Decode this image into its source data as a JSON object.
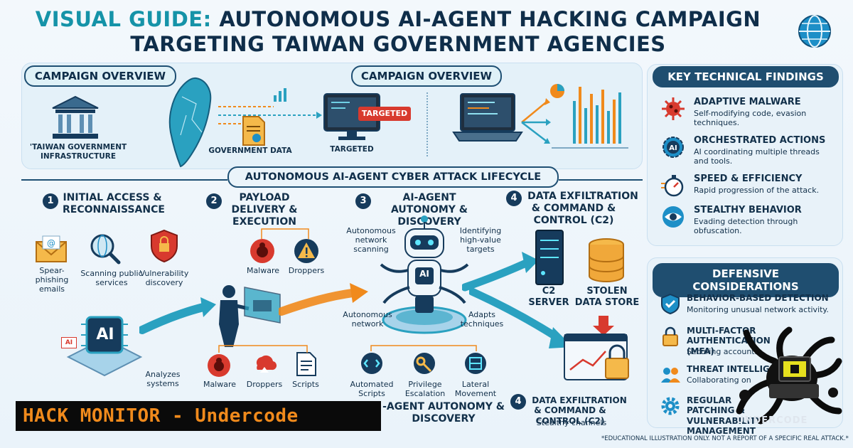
{
  "title": {
    "prefix": "VISUAL GUIDE:",
    "line1_rest": "AUTONOMOUS AI-AGENT HACKING CAMPAIGN",
    "line2": "TARGETING TAIWAN GOVERNMENT AGENCIES"
  },
  "campaign_overview": {
    "pill_left": "CAMPAIGN OVERVIEW",
    "pill_center": "CAMPAIGN OVERVIEW",
    "infra_label": "'TAIWAN GOVERNMENT INFRASTRUCTURE",
    "gov_data_label": "GOVERNMENT DATA",
    "targeted_label": "TARGETED",
    "targeted_tag": "TARGETED"
  },
  "lifecycle": {
    "title": "AUTONOMOUS AI-AGENT CYBER ATTACK LIFECYCLE",
    "steps": [
      {
        "num": "1",
        "title": "INITIAL ACCESS & RECONNAISSANCE"
      },
      {
        "num": "2",
        "title": "PAYLOAD DELIVERY & EXECUTION"
      },
      {
        "num": "3",
        "title": "AI-AGENT AUTONOMY & DISCOVERY"
      },
      {
        "num": "4",
        "title": "DATA EXFILTRATION & COMMAND & CONTROL (C2)"
      }
    ],
    "step1_items": [
      "Spear-phishing emails",
      "Scanning public services",
      "Vulnerability discovery",
      "Analyzes systems"
    ],
    "ai_chip": "AI",
    "ai_small": "AI",
    "step2_items": [
      "Malware",
      "Droppers",
      "Malware",
      "Droppers",
      "Scripts"
    ],
    "step3_items": [
      "Autonomous network scanning",
      "Identifying high-value targets",
      "Autonomous network",
      "Adapts techniques",
      "Automated Scripts",
      "Privilege Escalation",
      "Lateral Movement"
    ],
    "robot_label": "AI",
    "bottom_step3": "-AGENT AUTONOMY & DISCOVERY",
    "step4_items": [
      "C2 SERVER",
      "STOLEN DATA STORE"
    ],
    "bottom_step4_num": "4",
    "bottom_step4_title": "DATA EXFILTRATION & COMMAND & CONTROL (C2)",
    "bottom_step4_desc": "Stealthy channels"
  },
  "key_findings": {
    "title": "KEY TECHNICAL FINDINGS",
    "items": [
      {
        "title": "ADAPTIVE MALWARE",
        "desc": "Self-modifying code, evasion techniques.",
        "icon": "virus-icon"
      },
      {
        "title": "ORCHESTRATED ACTIONS",
        "desc": "AI coordinating multiple threads and tools.",
        "icon": "ai-gear-icon"
      },
      {
        "title": "SPEED & EFFICIENCY",
        "desc": "Rapid progression of the attack.",
        "icon": "stopwatch-icon"
      },
      {
        "title": "STEALTHY BEHAVIOR",
        "desc": "Evading detection through obfuscation.",
        "icon": "eye-icon"
      }
    ]
  },
  "defensive": {
    "title": "DEFENSIVE CONSIDERATIONS",
    "items": [
      {
        "title": "BEHAVIOR-BASED DETECTION",
        "desc": "Monitoring unusual network activity.",
        "icon": "shield-check-icon"
      },
      {
        "title": "MULTI-FACTOR AUTHENTICATION (MFA)",
        "desc": "Securing accounts.",
        "icon": "padlock-icon"
      },
      {
        "title": "THREAT INTELLIGENCE SHARING",
        "desc": "Collaborating on threats.",
        "icon": "people-icon"
      },
      {
        "title": "REGULAR PATCHING & VULNERABILITY MANAGEMENT",
        "desc": "",
        "icon": "gear-icon"
      }
    ]
  },
  "banner": "HACK MONITOR - Undercode",
  "disclaimer": "*EDUCATIONAL ILLUSTRATION ONLY. NOT A REPORT OF A SPECIFIC REAL ATTACK.*",
  "logo_text": "UNDERCODE",
  "colors": {
    "teal": "#1593a8",
    "navy": "#163b5c",
    "orange": "#f08a1c",
    "red": "#d83a2e"
  }
}
